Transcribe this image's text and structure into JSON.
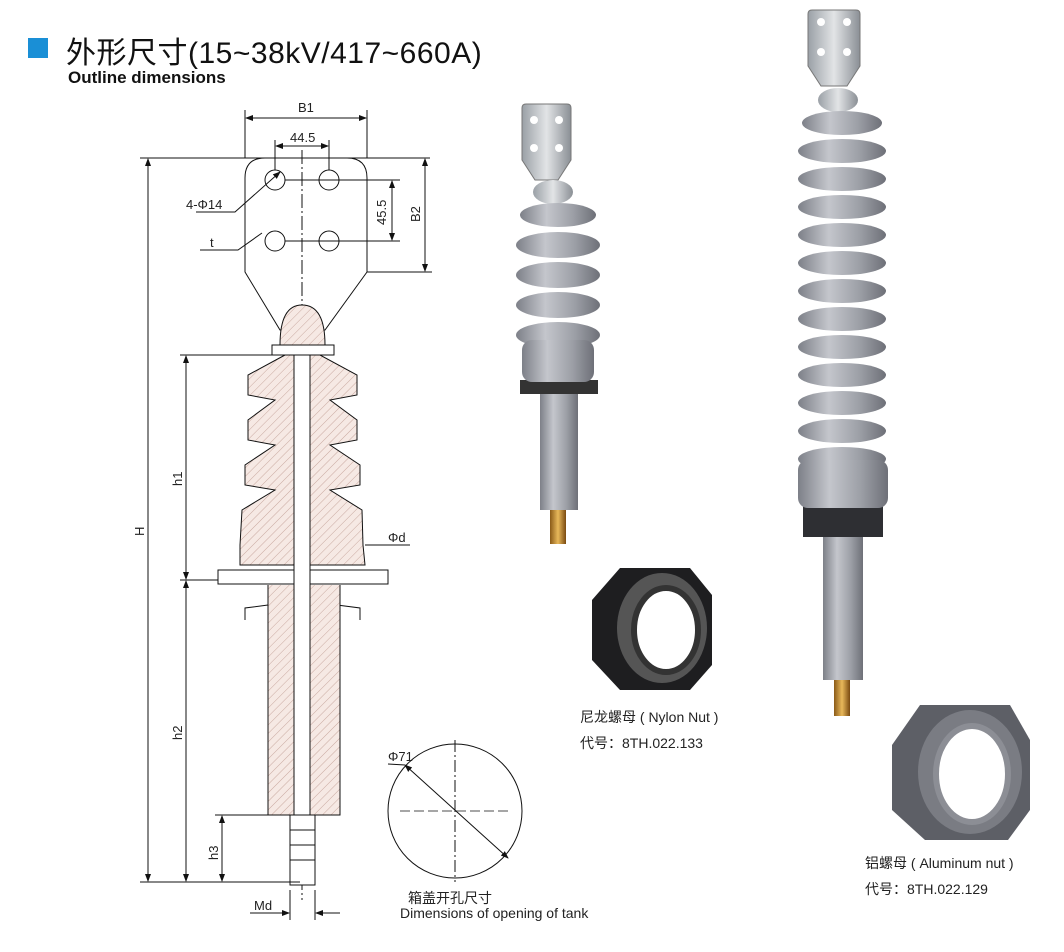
{
  "header": {
    "title": "外形尺寸(15~38kV/417~660A)",
    "subtitle": "Outline dimensions",
    "accent_color": "#1a8fd6"
  },
  "drawing": {
    "labels": {
      "B1": "B1",
      "hole_spacing_h": "44.5",
      "hole_spec": "4-Φ14",
      "thickness": "t",
      "hole_spacing_v": "45.5",
      "B2": "B2",
      "H": "H",
      "h1": "h1",
      "h2": "h2",
      "h3": "h3",
      "d": "Φd",
      "Md": "Md"
    }
  },
  "tank_opening": {
    "diameter_label": "Φ71",
    "caption_cn": "箱盖开孔尺寸",
    "caption_en": "Dimensions of opening of tank"
  },
  "nylon_nut": {
    "name": "尼龙螺母 ( Nylon Nut )",
    "code": "代号：8TH.022.133"
  },
  "aluminum_nut": {
    "name": "铝螺母 ( Aluminum nut )",
    "code": "代号：8TH.022.129"
  }
}
